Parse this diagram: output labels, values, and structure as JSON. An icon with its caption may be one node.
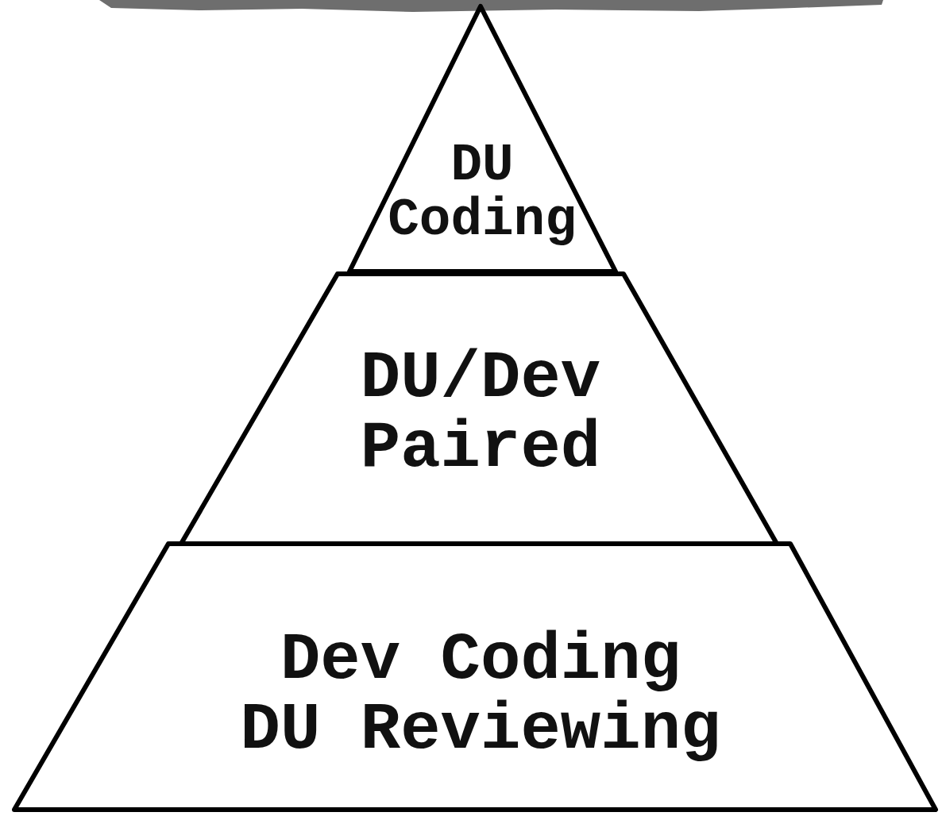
{
  "diagram": {
    "nodes": [
      {
        "text": [
          "DU Coding"
        ]
      },
      {
        "text": [
          "DU/Dev Paired"
        ]
      },
      {
        "text": [
          "Dev Coding DU Reviewing"
        ]
      }
    ]
  }
}
